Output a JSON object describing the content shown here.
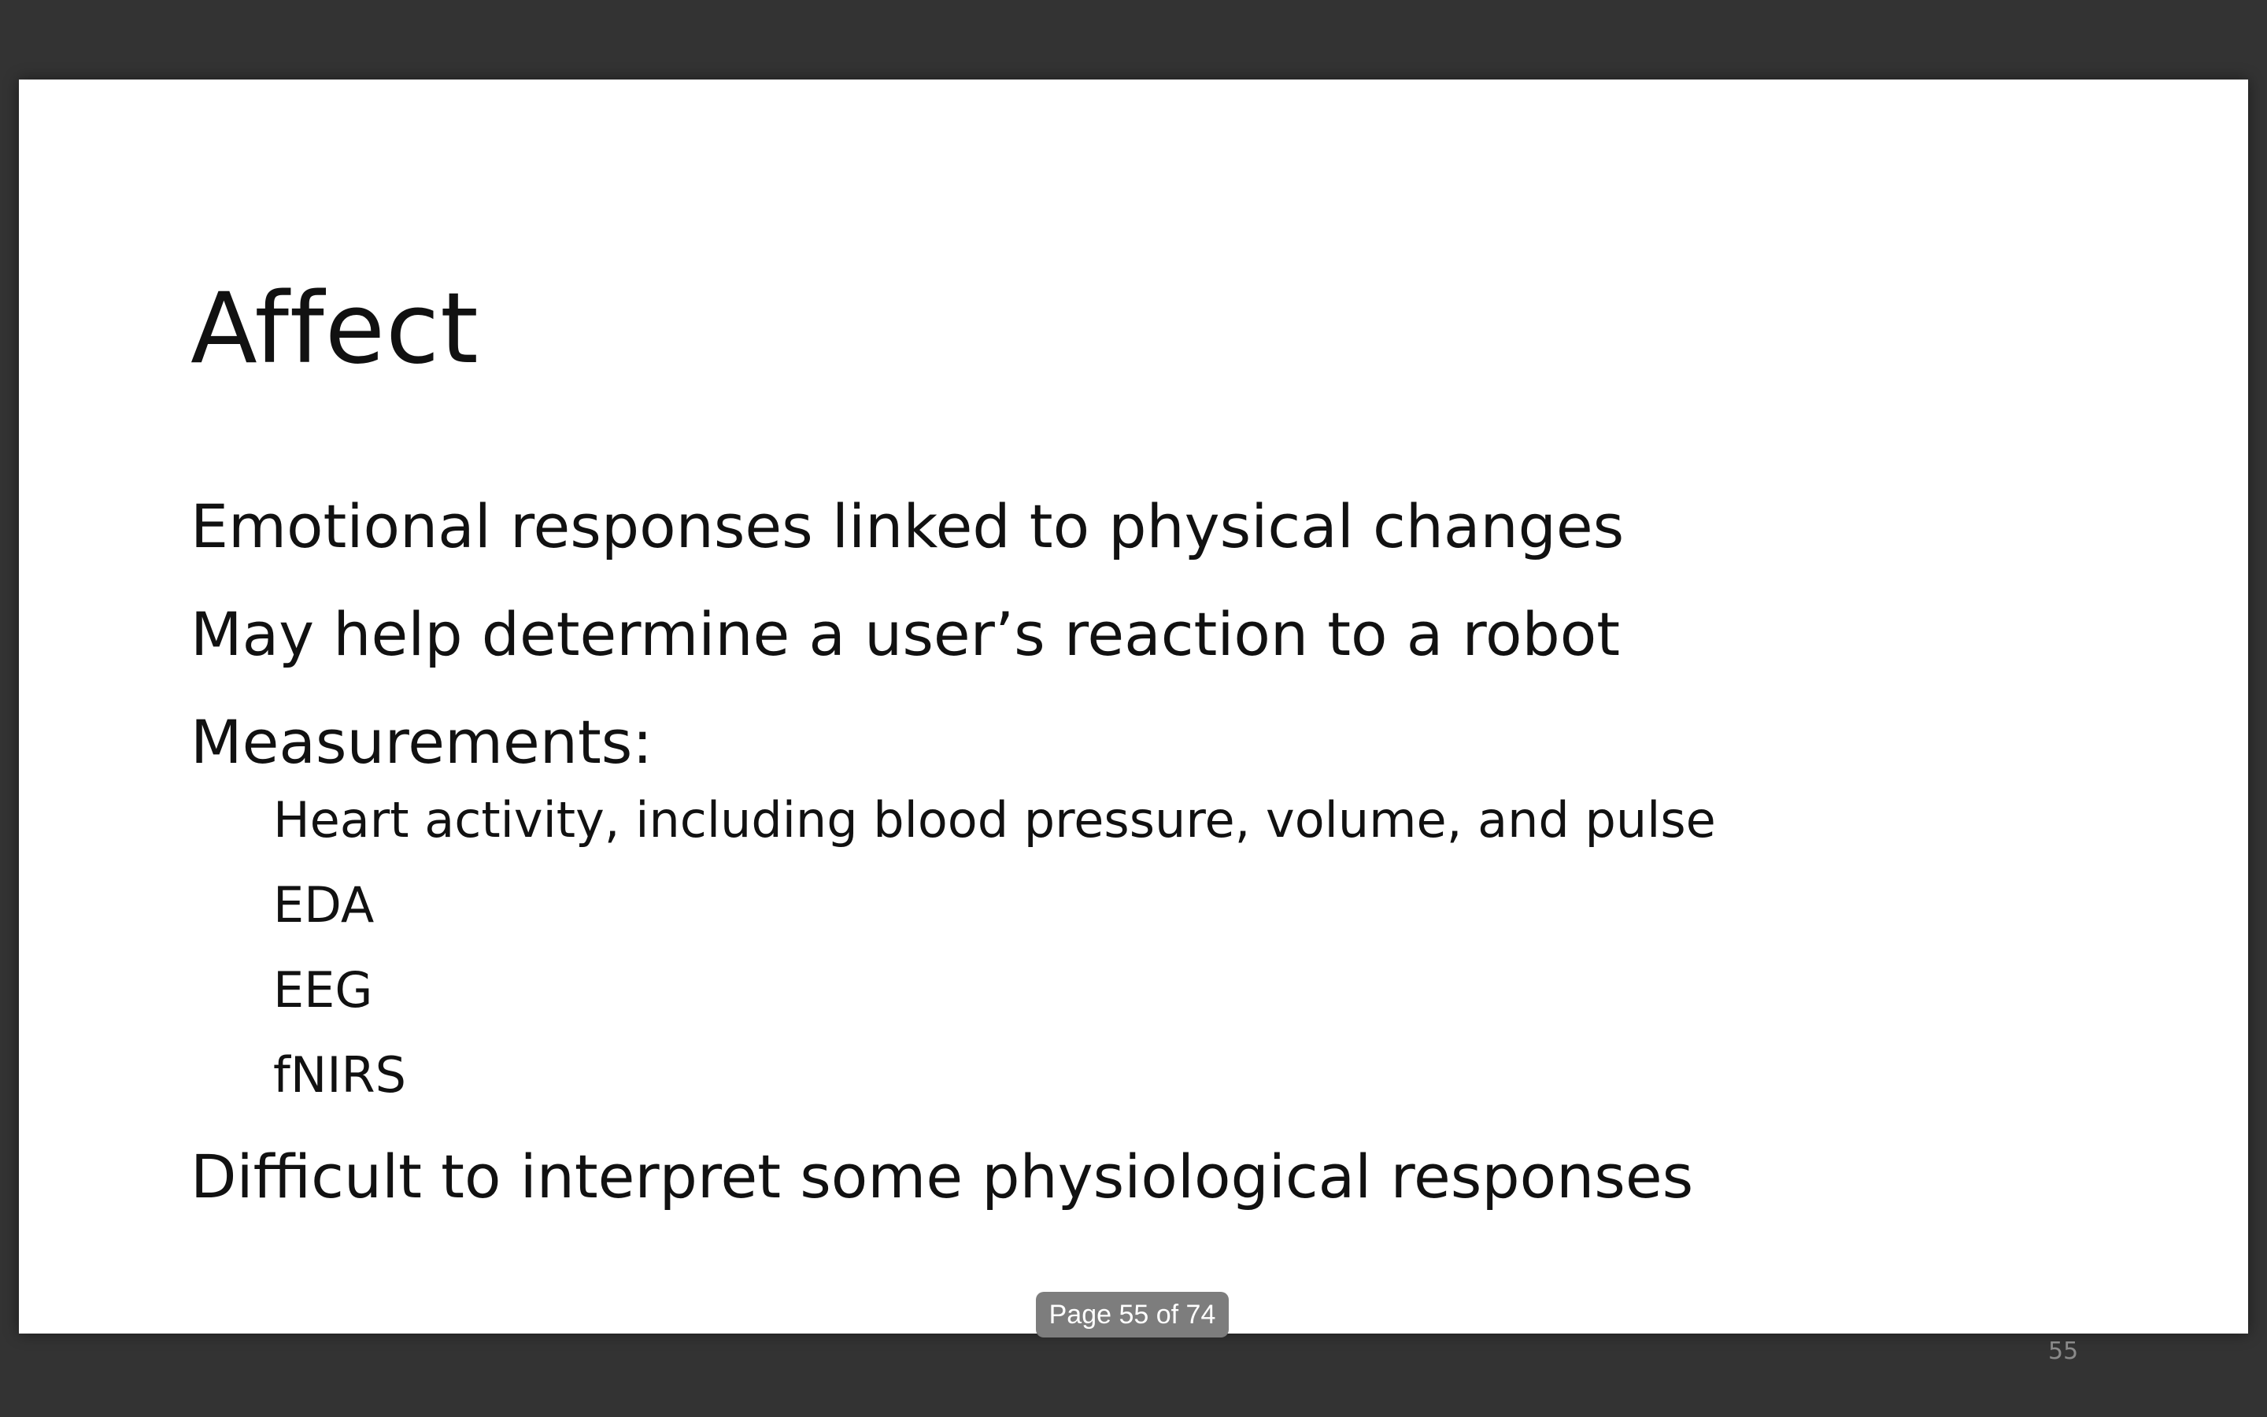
{
  "slide": {
    "title": "Affect",
    "bullets": [
      "Emotional responses linked to physical changes",
      "May help determine a user’s reaction to a robot",
      "Measurements:"
    ],
    "sub_bullets": [
      "Heart activity, including blood pressure, volume, and pulse",
      "EDA",
      "EEG",
      "fNIRS"
    ],
    "final_bullet": "Difficult to interpret some physiological responses",
    "slide_number": "55"
  },
  "viewer": {
    "page_indicator": "Page 55 of 74"
  },
  "colors": {
    "background": "#333333",
    "slide": "#ffffff",
    "text": "#111111",
    "indicator": "#7d7d7d"
  }
}
